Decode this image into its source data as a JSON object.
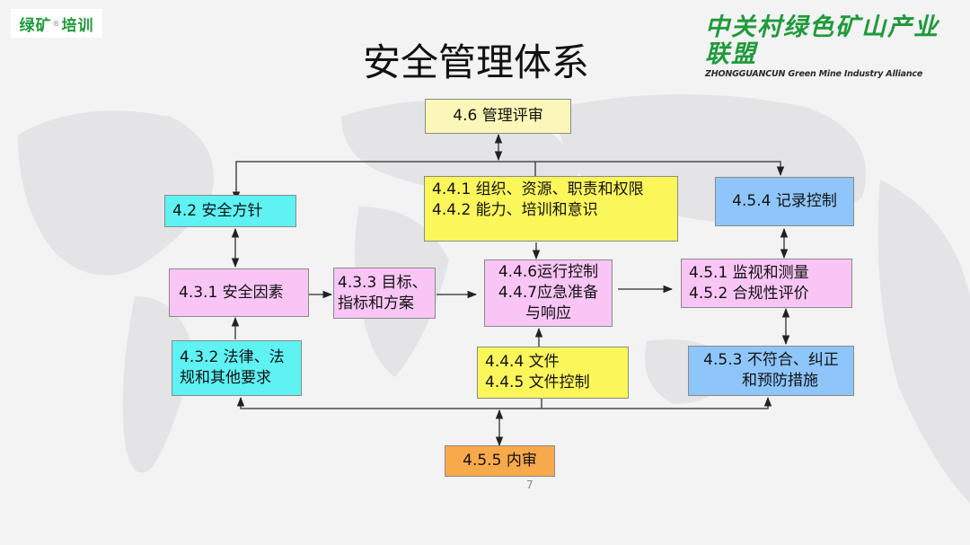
{
  "header": {
    "logo_left": {
      "part1": "绿矿",
      "mark": "®",
      "part2": "培训"
    },
    "logo_right": {
      "cn": "中关村绿色矿山产业联盟",
      "en": "ZHONGGUANCUN Green Mine Industry Alliance"
    },
    "title": "安全管理体系"
  },
  "diagram": {
    "nodes": {
      "management_review": {
        "lines": [
          "4.6 管理评审"
        ],
        "color": "#fbf7b8"
      },
      "safety_policy": {
        "lines": [
          "4.2  安全方针"
        ],
        "color": "#5ef2f3"
      },
      "org_resources": {
        "lines": [
          "4.4.1 组织、资源、职责和权限",
          "4.4.2 能力、培训和意识"
        ],
        "color": "#fbf65a"
      },
      "records_control": {
        "lines": [
          "4.5.4 记录控制"
        ],
        "color": "#8ec6fb"
      },
      "safety_factors": {
        "lines": [
          "4.3.1 安全因素"
        ],
        "color": "#f8c5f5"
      },
      "objectives": {
        "lines": [
          "4.3.3 目标、",
          "指标和方案"
        ],
        "color": "#f8c5f5"
      },
      "operation_control": {
        "lines": [
          "4.4.6运行控制",
          "4.4.7应急准备",
          "与响应"
        ],
        "color": "#f8c5f5"
      },
      "monitoring": {
        "lines": [
          "4.5.1 监视和测量",
          "4.5.2 合规性评价"
        ],
        "color": "#f8c5f5"
      },
      "legal": {
        "lines": [
          "4.3.2 法律、法",
          "规和其他要求"
        ],
        "color": "#5ef2f3"
      },
      "documents": {
        "lines": [
          "4.4.4  文件",
          "4.4.5 文件控制"
        ],
        "color": "#fbf65a"
      },
      "nonconformity": {
        "lines": [
          "4.5.3 不符合、纠正",
          "和预防措施"
        ],
        "color": "#8ec6fb"
      },
      "internal_audit": {
        "lines": [
          "4.5.5 内审"
        ],
        "color": "#f8a94a"
      }
    }
  },
  "footer": {
    "page_number": "7"
  }
}
